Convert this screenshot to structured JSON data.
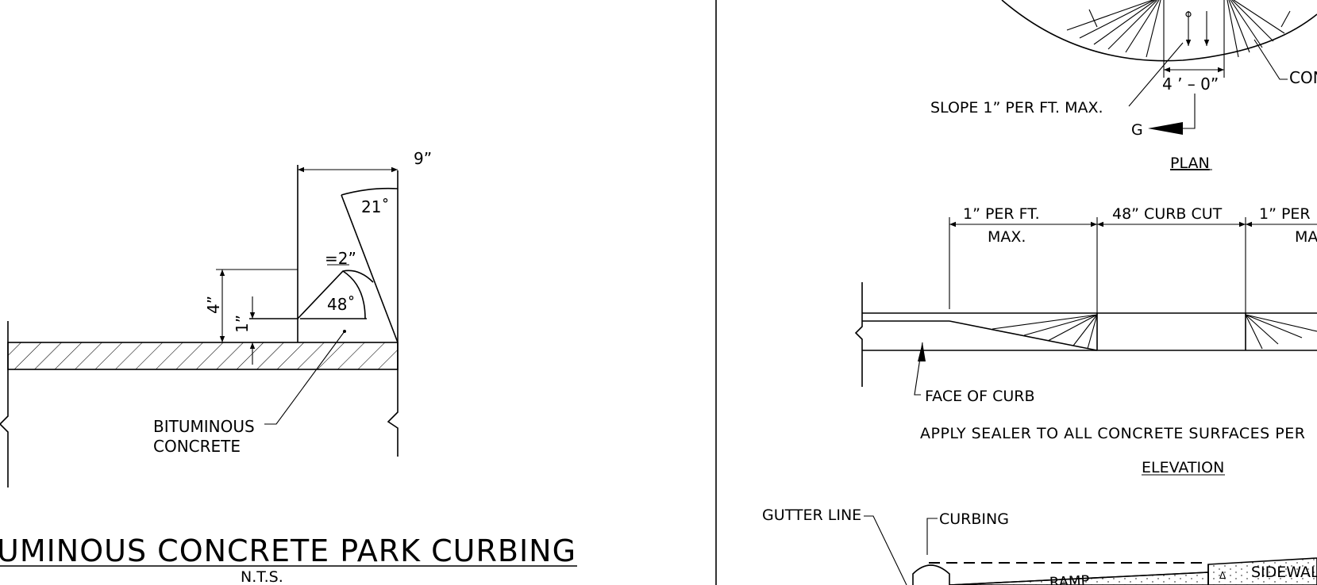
{
  "left_detail": {
    "dim_9in": "9”",
    "angle_21": "21˚",
    "dim_2in": "=2”",
    "angle_48": "48˚",
    "dim_4in": "4”",
    "dim_1in": "1”",
    "material_line1": "BITUMINOUS",
    "material_line2": "CONCRETE",
    "title": "UMINOUS CONCRETE PARK CURBING",
    "scale_note": "N.T.S."
  },
  "plan": {
    "slope_note": "SLOPE 1” PER FT. MAX.",
    "width_dim": "4 ’ – 0”",
    "grade_marker": "G",
    "callout_partial": "CON",
    "label": "PLAN"
  },
  "elevation": {
    "dim_left_line1": "1” PER FT.",
    "dim_left_line2": "MAX.",
    "dim_center": "48” CURB CUT",
    "dim_right_line1": "1” PER",
    "dim_right_line2": "MA",
    "face_of_curb": "FACE OF CURB",
    "sealer_note": "APPLY SEALER TO ALL CONCRETE SURFACES PER",
    "label": "ELEVATION"
  },
  "section": {
    "gutter_line": "GUTTER LINE",
    "curbing": "CURBING",
    "ramp": "RAMP",
    "sidewalk_partial": "SIDEWAL"
  }
}
